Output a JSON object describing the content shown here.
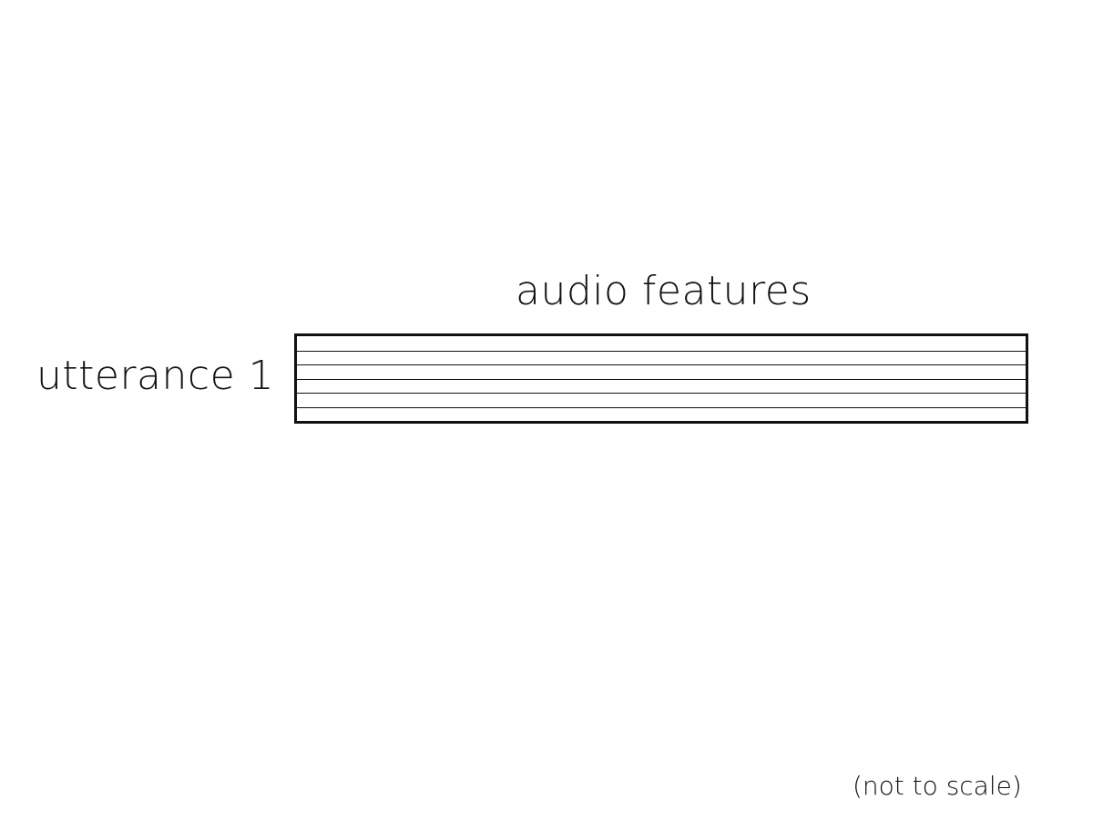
{
  "diagram": {
    "feature_title": "audio features",
    "utterance_label": "utterance 1",
    "scale_note": "(not to scale)",
    "feature_rows": 6,
    "stroke_color": "#111111",
    "background_color": "#ffffff"
  }
}
